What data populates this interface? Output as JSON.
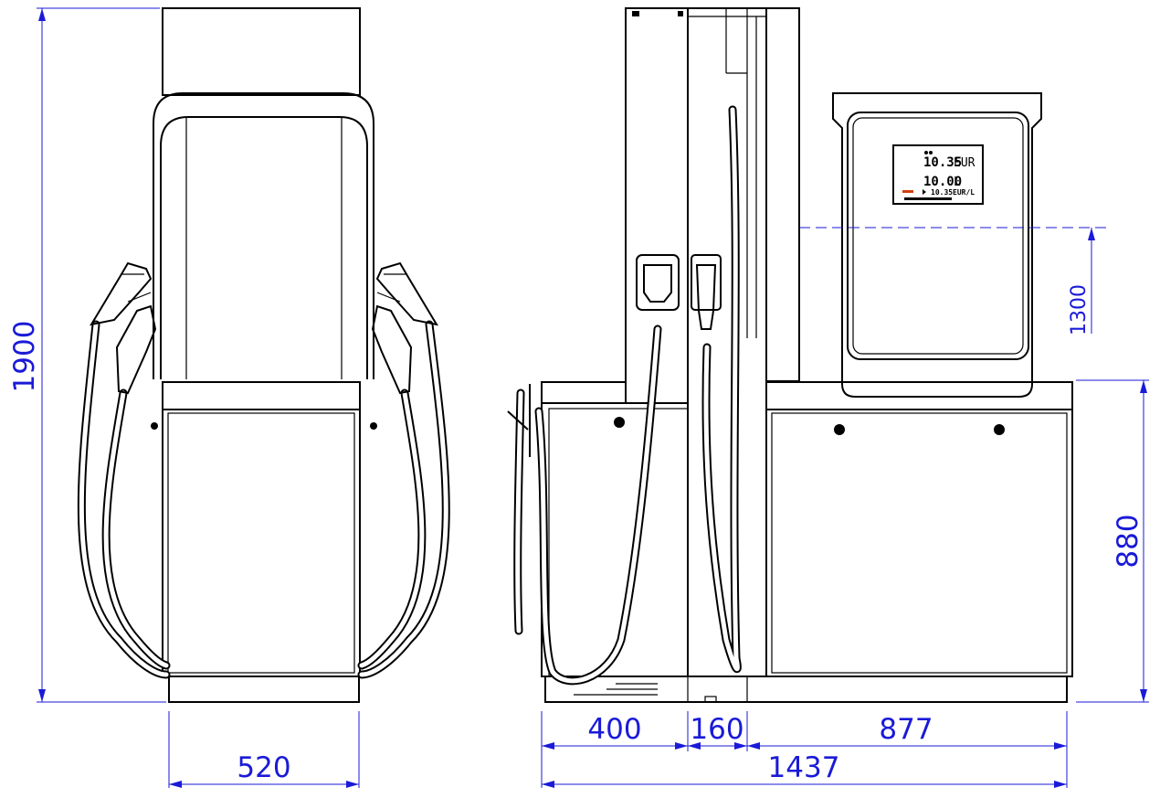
{
  "dimensions": {
    "height_total": "1900",
    "width_front": "520",
    "display_height": "1300",
    "base_height": "880",
    "seg_left": "400",
    "seg_mid": "160",
    "seg_right": "877",
    "length_total": "1437"
  },
  "display": {
    "amount_value": "10.35",
    "amount_unit": "EUR",
    "volume_value": "10.00",
    "volume_unit": "L",
    "price_value": "10.35",
    "price_unit": "EUR/L"
  },
  "colors": {
    "dimension": "#1a1ad8",
    "outline": "#000000",
    "lcd_indicator": "#d04010"
  }
}
